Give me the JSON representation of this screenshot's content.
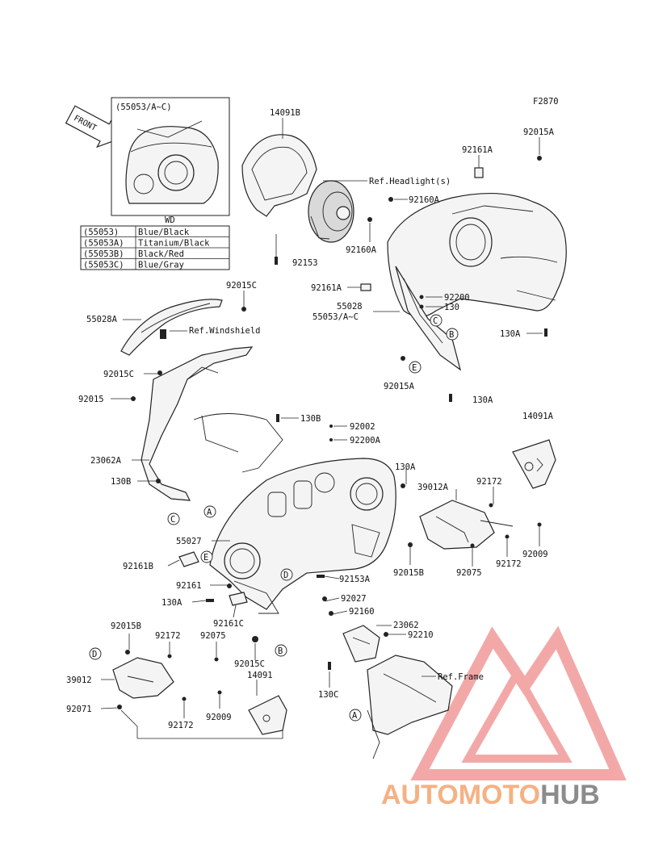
{
  "figure_code": "F2870",
  "front_arrow": "FRONT",
  "inset": {
    "title": "(55053/A~C)",
    "wd_label": "WD",
    "rows": [
      {
        "code": "(55053)",
        "color": "Blue/Black"
      },
      {
        "code": "(55053A)",
        "color": "Titanium/Black"
      },
      {
        "code": "(55053B)",
        "color": "Black/Red"
      },
      {
        "code": "(55053C)",
        "color": "Blue/Gray"
      }
    ]
  },
  "labels": {
    "l14091B": "14091B",
    "l92015A_top": "92015A",
    "l92161A_top": "92161A",
    "ref_headlight": "Ref.Headlight(s)",
    "l92160A_1": "92160A",
    "l92160A_2": "92160A",
    "l92153": "92153",
    "l92161A_mid": "92161A",
    "l92200": "92200",
    "l130": "130",
    "l55028": "55028",
    "l55053AC": "55053/A~C",
    "l130A_r": "130A",
    "l92015C_top": "92015C",
    "l55028A": "55028A",
    "ref_windshield": "Ref.Windshield",
    "l92015C_mid": "92015C",
    "l92015A_mid": "92015A",
    "l130A_low": "130A",
    "l92015": "92015",
    "l130B_top": "130B",
    "l92002": "92002",
    "l92200A": "92200A",
    "l14091A": "14091A",
    "l23062A": "23062A",
    "l130A_mid": "130A",
    "l39012A": "39012A",
    "l92172_a": "92172",
    "l130B_left": "130B",
    "l55027": "55027",
    "l92009_a": "92009",
    "l92172_b": "92172",
    "l92015B_r": "92015B",
    "l92075_a": "92075",
    "l92161B": "92161B",
    "l92153A": "92153A",
    "l92161": "92161",
    "l130A_left": "130A",
    "l92027": "92027",
    "l92161C": "92161C",
    "l92160": "92160",
    "l23062": "23062",
    "l92015B_l": "92015B",
    "l92172_c": "92172",
    "l92075_b": "92075",
    "l92210": "92210",
    "l92015C_low": "92015C",
    "l14091": "14091",
    "ref_frame": "Ref.Frame",
    "l39012": "39012",
    "l130C": "130C",
    "l92071": "92071",
    "l92009_b": "92009",
    "l92172_d": "92172"
  },
  "callouts": [
    "A",
    "B",
    "C",
    "D",
    "E"
  ],
  "watermark": {
    "part1": "AUTOMOTO",
    "part2": "HUB",
    "color_auto": "#f5b183",
    "color_moto": "#f28f8f",
    "color_hub": "#8c8c8c",
    "logo_color": "#f29a9a"
  }
}
